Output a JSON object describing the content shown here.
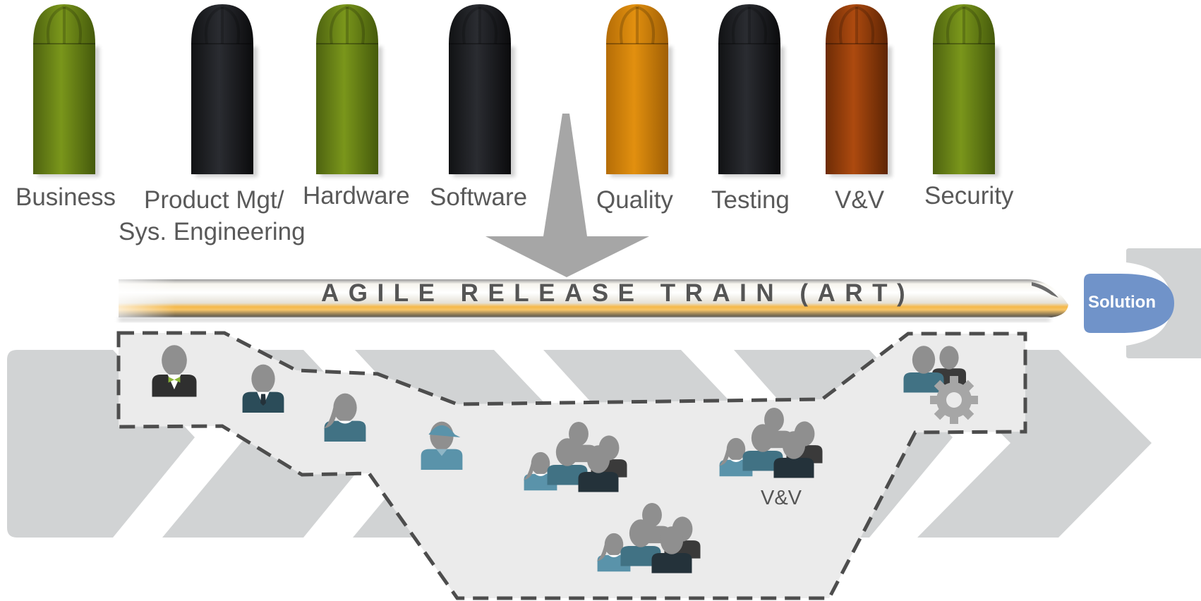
{
  "silos": [
    {
      "label": "Business",
      "color": "#708a16"
    },
    {
      "label": "Product Mgt/",
      "label2": "Sys. Engineering",
      "color": "#1f2024"
    },
    {
      "label": "Hardware",
      "color": "#708a16"
    },
    {
      "label": "Software",
      "color": "#1f2024"
    },
    {
      "label": "Quality",
      "color": "#d9870e"
    },
    {
      "label": "Testing",
      "color": "#1f2024"
    },
    {
      "label": "V&V",
      "color": "#a1420d"
    },
    {
      "label": "Security",
      "color": "#708a16"
    }
  ],
  "train": {
    "label": "AGILE RELEASE TRAIN (ART)",
    "stripe_color": "#f5b94a"
  },
  "solution": {
    "label": "Solution",
    "color": "#7093c9"
  },
  "team_label": "V&V",
  "colors": {
    "chevron": "#d1d3d4",
    "region": "#ececec",
    "arrow": "#a6a6a6",
    "person_gray": "#8f8f8f",
    "person_blue": "#417284",
    "person_dark": "#3a3a3a"
  }
}
